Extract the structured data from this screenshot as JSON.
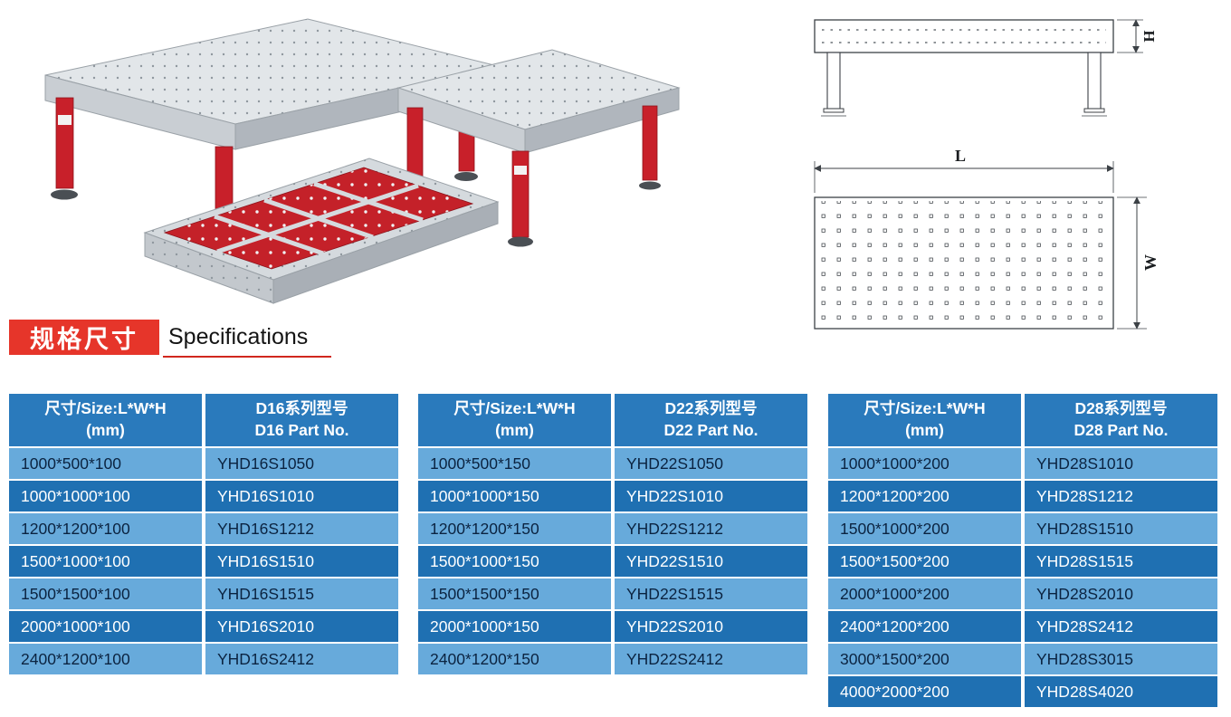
{
  "section": {
    "title_zh": "规格尺寸",
    "title_en": "Specifications"
  },
  "drawings": {
    "height_label": "H",
    "length_label": "L",
    "width_label": "W"
  },
  "colors": {
    "banner_red": "#e6352a",
    "table_header_blue": "#2a7abc",
    "row_light_blue": "#67aadb",
    "row_dark_blue": "#1f70b2",
    "product_leg_red": "#c8202a"
  },
  "icons": {
    "product_photos": "welding-table-3d-renders",
    "side_view": "table-side-view-drawing",
    "top_view": "table-top-view-drawing"
  },
  "tables": [
    {
      "id": "d16",
      "header": {
        "size_line1": "尺寸/Size:L*W*H",
        "size_line2": "(mm)",
        "series_line1": "D16系列型号",
        "series_line2": "D16 Part No."
      },
      "rows": [
        {
          "size": "1000*500*100",
          "part_no": "YHD16S1050"
        },
        {
          "size": "1000*1000*100",
          "part_no": "YHD16S1010"
        },
        {
          "size": "1200*1200*100",
          "part_no": "YHD16S1212"
        },
        {
          "size": "1500*1000*100",
          "part_no": "YHD16S1510"
        },
        {
          "size": "1500*1500*100",
          "part_no": "YHD16S1515"
        },
        {
          "size": "2000*1000*100",
          "part_no": "YHD16S2010"
        },
        {
          "size": "2400*1200*100",
          "part_no": "YHD16S2412"
        }
      ]
    },
    {
      "id": "d22",
      "header": {
        "size_line1": "尺寸/Size:L*W*H",
        "size_line2": "(mm)",
        "series_line1": "D22系列型号",
        "series_line2": "D22 Part No."
      },
      "rows": [
        {
          "size": "1000*500*150",
          "part_no": "YHD22S1050"
        },
        {
          "size": "1000*1000*150",
          "part_no": "YHD22S1010"
        },
        {
          "size": "1200*1200*150",
          "part_no": "YHD22S1212"
        },
        {
          "size": "1500*1000*150",
          "part_no": "YHD22S1510"
        },
        {
          "size": "1500*1500*150",
          "part_no": "YHD22S1515"
        },
        {
          "size": "2000*1000*150",
          "part_no": "YHD22S2010"
        },
        {
          "size": "2400*1200*150",
          "part_no": "YHD22S2412"
        }
      ]
    },
    {
      "id": "d28",
      "header": {
        "size_line1": "尺寸/Size:L*W*H",
        "size_line2": "(mm)",
        "series_line1": "D28系列型号",
        "series_line2": "D28 Part No."
      },
      "rows": [
        {
          "size": "1000*1000*200",
          "part_no": "YHD28S1010"
        },
        {
          "size": "1200*1200*200",
          "part_no": "YHD28S1212"
        },
        {
          "size": "1500*1000*200",
          "part_no": "YHD28S1510"
        },
        {
          "size": "1500*1500*200",
          "part_no": "YHD28S1515"
        },
        {
          "size": "2000*1000*200",
          "part_no": "YHD28S2010"
        },
        {
          "size": "2400*1200*200",
          "part_no": "YHD28S2412"
        },
        {
          "size": "3000*1500*200",
          "part_no": "YHD28S3015"
        },
        {
          "size": "4000*2000*200",
          "part_no": "YHD28S4020"
        }
      ]
    }
  ]
}
